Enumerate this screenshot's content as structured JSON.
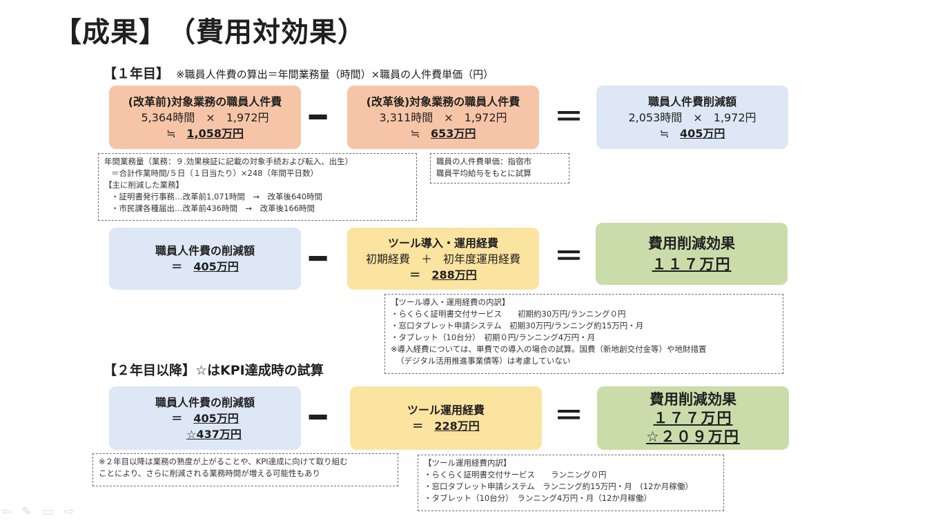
{
  "title": "【成果】　（費用対効果）",
  "year1": {
    "heading": "【１年目】",
    "note": "※職員人件費の算出＝年間業務量（時間）×職員の人件費単価（円）",
    "before": {
      "title": "(改革前)対象業務の職員人件費",
      "calc": "5,364時間　×　1,972円",
      "eq": "≒",
      "result": "1,058万円"
    },
    "after": {
      "title": "(改革後)対象業務の職員人件費",
      "calc": "3,311時間　×　1,972円",
      "eq": "≒",
      "result": "653万円"
    },
    "reduction": {
      "title": "職員人件費削減額",
      "calc": "2,053時間　×　1,972円",
      "eq": "≒",
      "result": "405万円"
    },
    "note_workload": [
      "年間業務量（業務：９.効果検証に記載の対象手続および転入、出生）",
      "＝合計作業時間/５日（１日当たり）×248（年間平日数）",
      "【主に削減した業務】",
      "・証明書発行事務…改革前1,071時間　→　改革後640時間",
      "・市民課各種届出…改革前436時間　→　改革後166時間"
    ],
    "note_unit": [
      "職員の人件費単価：指宿市",
      "職員平均給与をもとに試算"
    ],
    "staff_cut": {
      "title": "職員人件費の削減額",
      "eq": "＝",
      "value": "405万円"
    },
    "tool_cost": {
      "title": "ツール導入・運用経費",
      "detail": "初期経費　＋　初年度運用経費",
      "eq": "＝",
      "value": "288万円"
    },
    "effect": {
      "title": "費用削減効果",
      "value": "１１７万円"
    },
    "note_tool": [
      "【ツール導入・運用経費の内訳】",
      "・らくらく証明書交付サービス　　初期約30万円/ランニング０円",
      "・窓口タブレット申請システム　初期30万円/ランニング約15万円・月",
      "・タブレット（10台分）　初期０円/ランニング4万円・月",
      "※導入経費については、単費での導入の場合の試算。国費（新地創交付金等）や地財措置",
      "（デジタル活用推進事業債等）は考慮していない"
    ]
  },
  "year2": {
    "heading": "【２年目以降】☆はKPI達成時の試算",
    "staff_cut": {
      "title": "職員人件費の削減額",
      "eq": "＝",
      "value": "405万円",
      "kpi": "☆437万円"
    },
    "tool_cost": {
      "title": "ツール運用経費",
      "eq": "＝",
      "value": "228万円"
    },
    "effect": {
      "title": "費用削減効果",
      "value": "１７７万円",
      "kpi": "☆２０９万円"
    },
    "note_left": [
      "※２年目以降は業務の熟度が上がることや、KPI達成に向けて取り組む",
      "ことにより、さらに削減される業務時間が増える可能性もあり"
    ],
    "note_tool": [
      "【ツール運用経費内訳】",
      "・らくらく証明書交付サービス　　ランニング０円",
      "・窓口タブレット申請システム　ランニング約15万円・月　(12か月稼働）",
      "・タブレット（10台分）　ランニング4万円・月（12か月稼働）"
    ]
  },
  "operators": {
    "minus": "━",
    "equals": "＝"
  },
  "nav_ghost": "⇦ ✎ ▭ ⇨"
}
